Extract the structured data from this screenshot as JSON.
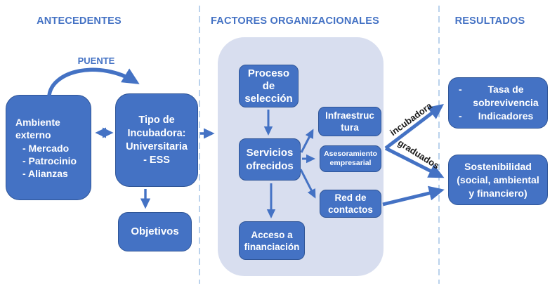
{
  "titles": {
    "antecedentes": "ANTECEDENTES",
    "factores": "FACTORES ORGANIZACIONALES",
    "resultados": "RESULTADOS"
  },
  "labels": {
    "puente": "PUENTE",
    "incubadora": "incubadora",
    "graduados": "graduados"
  },
  "boxes": {
    "ambiente": {
      "title": "Ambiente externo",
      "items": [
        "- Mercado",
        "- Patrocinio",
        "- Alianzas"
      ]
    },
    "tipo": {
      "lines": [
        "Tipo de",
        "Incubadora:",
        "Universitaria",
        "- ESS"
      ]
    },
    "objetivos": {
      "label": "Objetivos"
    },
    "proceso": {
      "lines": [
        "Proceso",
        "de",
        "selección"
      ]
    },
    "servicios": {
      "lines": [
        "Servicios",
        "ofrecidos"
      ]
    },
    "infraestructura": {
      "lines": [
        "Infraestruc",
        "tura"
      ]
    },
    "asesoramiento": {
      "lines": [
        "Asesoramiento",
        "empresarial"
      ]
    },
    "red": {
      "lines": [
        "Red de",
        "contactos"
      ]
    },
    "acceso": {
      "lines": [
        "Acceso a",
        "financiación"
      ]
    },
    "tasa": {
      "bullet": "-",
      "items": [
        "Tasa de sobrevivencia",
        "Indicadores"
      ]
    },
    "sostenibilidad": {
      "lines": [
        "Sostenibilidad",
        "(social, ambiental",
        "y financiero)"
      ]
    }
  },
  "colors": {
    "box_fill": "#4472C4",
    "box_border": "#2F5597",
    "container_fill": "#D8DEEF",
    "heading_text": "#4472C4",
    "divider": "#A9C7E8",
    "arrow": "#4472C4",
    "diagonal_label_text": "#1A1A1A"
  }
}
